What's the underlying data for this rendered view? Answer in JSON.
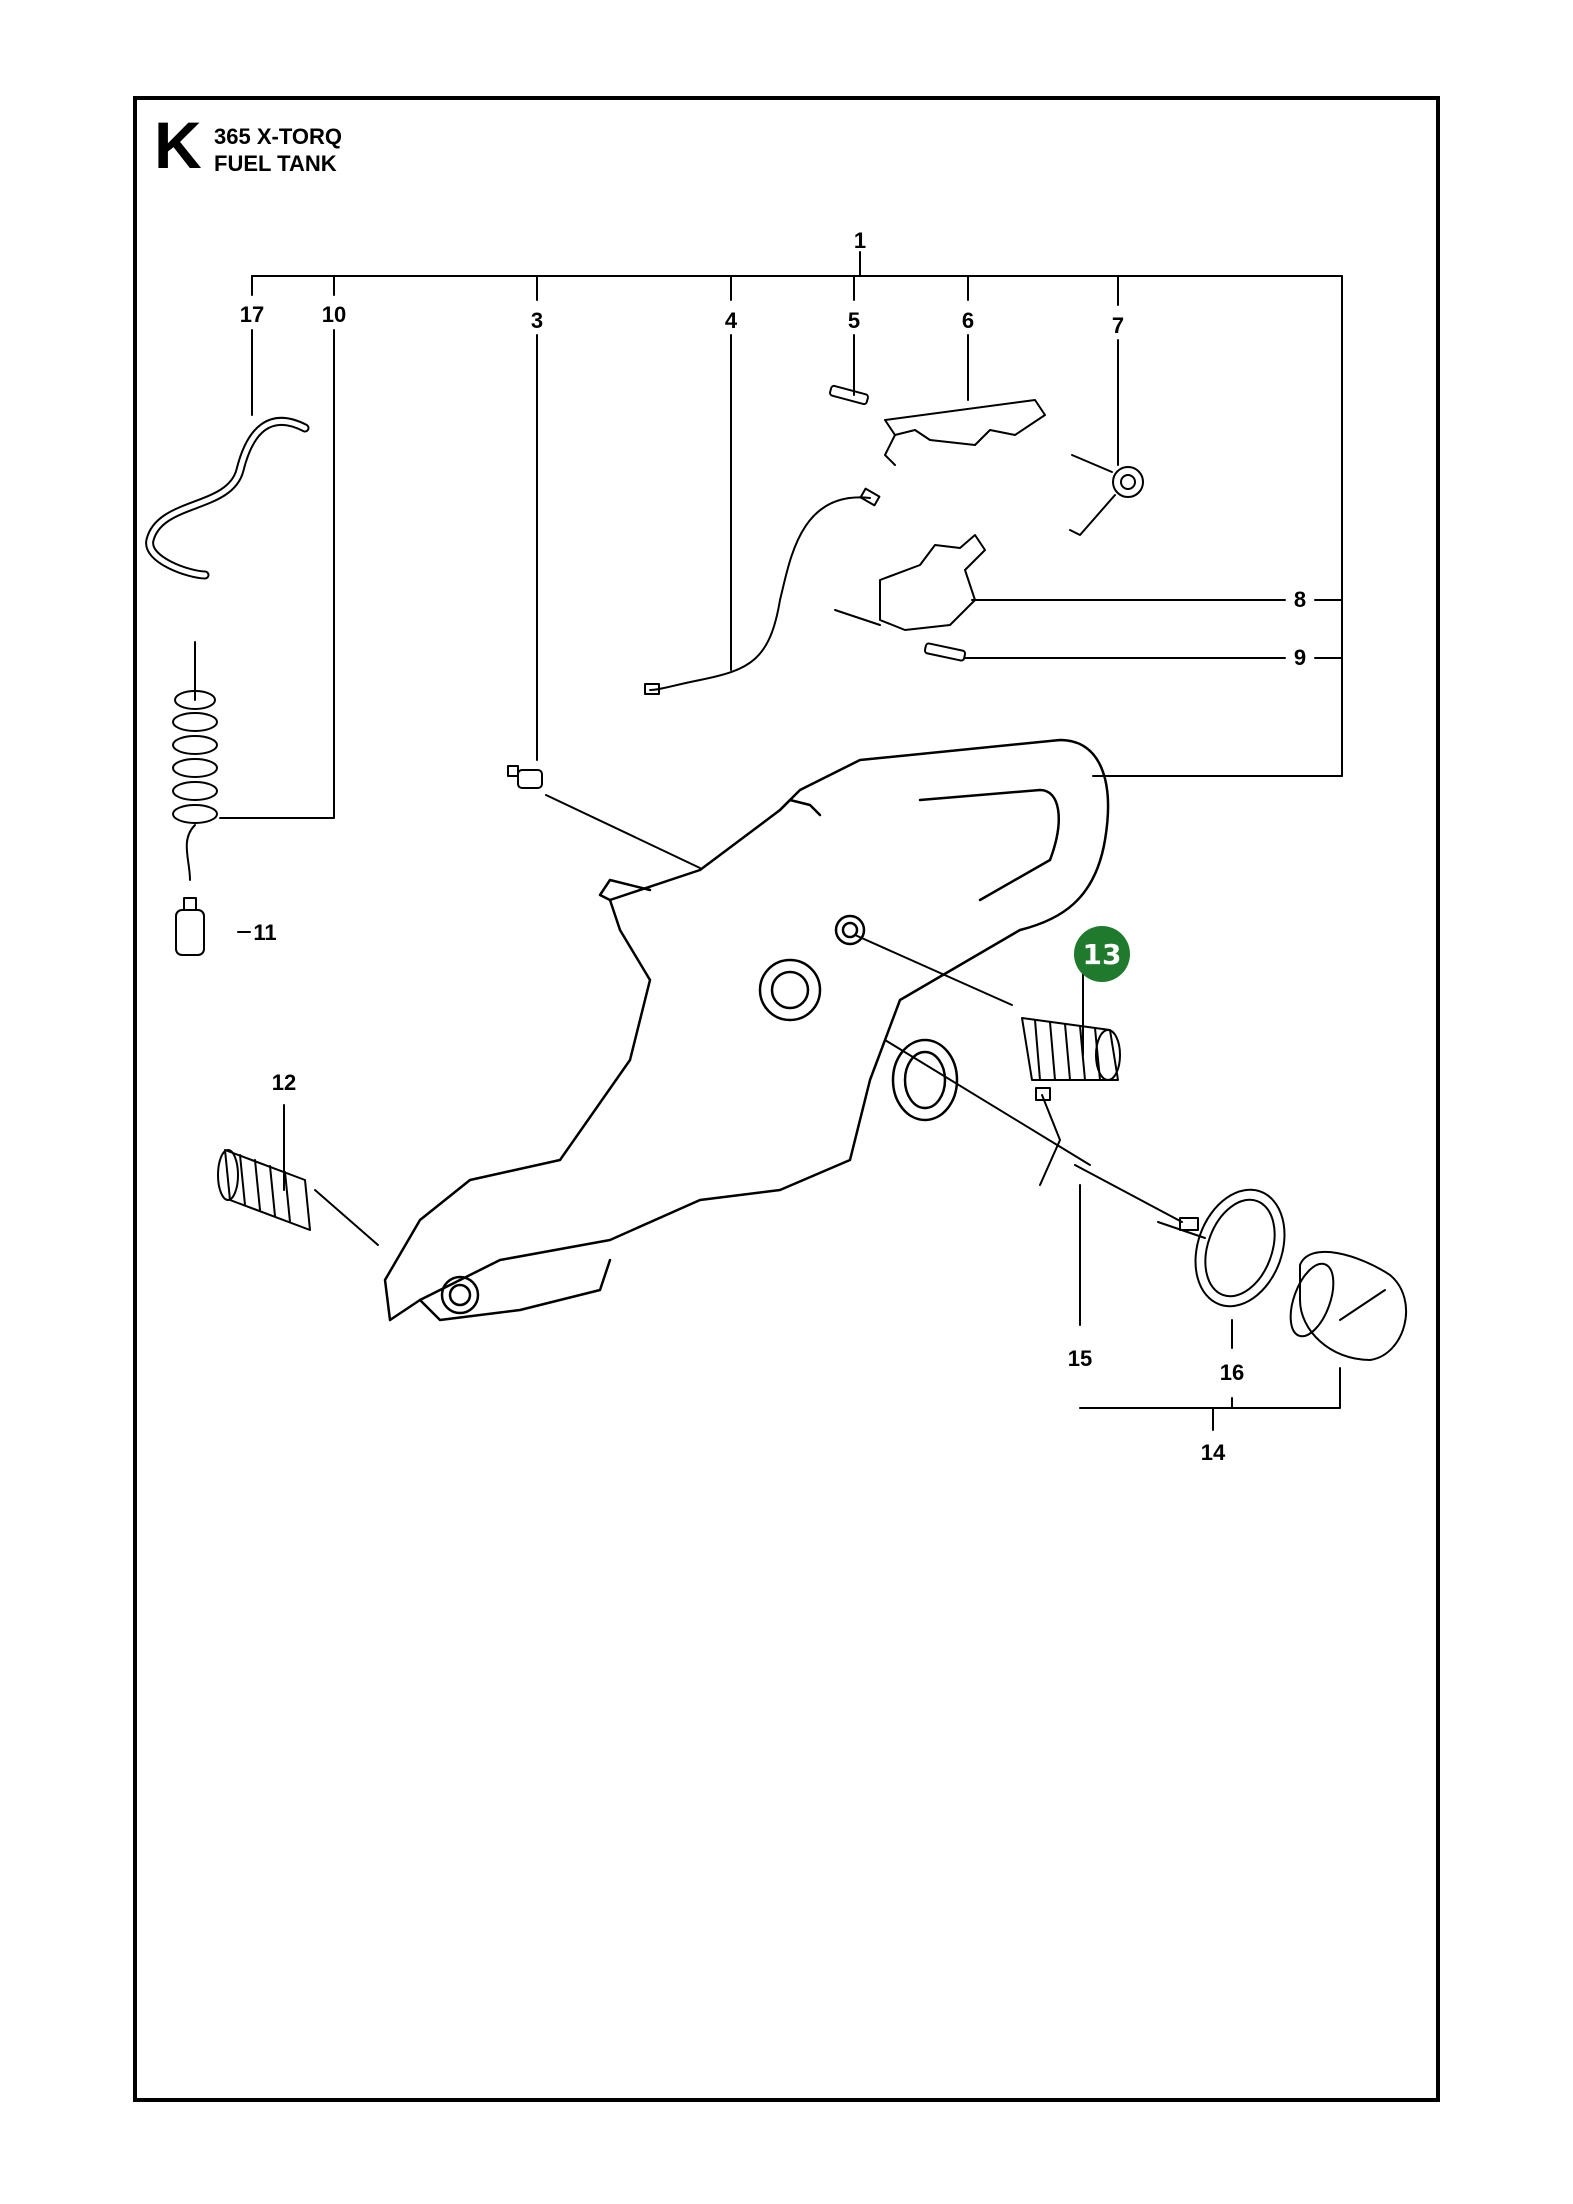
{
  "header": {
    "section_letter": "K",
    "model": "365 X-TORQ",
    "name": "FUEL TANK"
  },
  "callouts": {
    "c1": "1",
    "c3": "3",
    "c4": "4",
    "c5": "5",
    "c6": "6",
    "c7": "7",
    "c8": "8",
    "c9": "9",
    "c10": "10",
    "c11": "11",
    "c12": "12",
    "c14": "14",
    "c15": "15",
    "c16": "16",
    "c17": "17"
  },
  "highlight": {
    "label": "13",
    "color": "#1f7a2e"
  },
  "colors": {
    "line": "#000000",
    "background": "#ffffff"
  }
}
